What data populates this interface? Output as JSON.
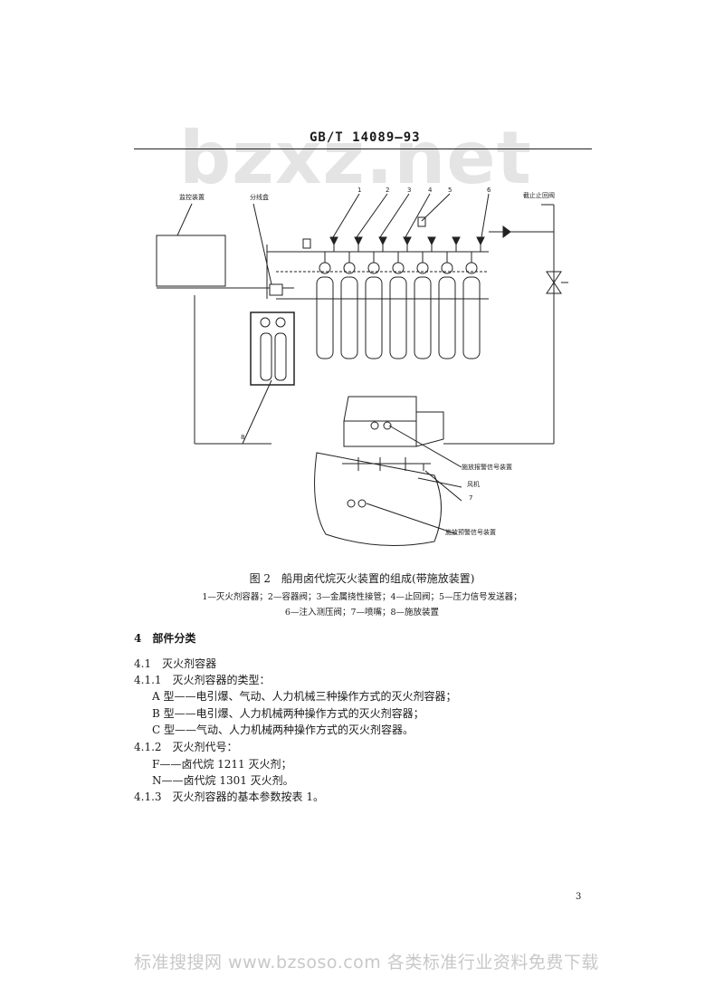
{
  "header": {
    "standard_code": "GB/T 14089—93",
    "watermark": "bzxz.net"
  },
  "figure": {
    "labels": {
      "monitor": "监控装置",
      "distributor": "分线盒",
      "check_valve_label": "截止止回阀",
      "release_signal": "施放报警信号装置",
      "fan": "风机",
      "pre_release_signal": "施放预警信号装置",
      "n1": "1",
      "n2": "2",
      "n3": "3",
      "n4": "4",
      "n5": "5",
      "n6": "6",
      "n7": "7",
      "n8": "8"
    },
    "caption": "图 2　船用卤代烷灭火装置的组成(带施放装置)",
    "legend_line1": "1—灭火剂容器；2—容器阀；3—金属挠性接管；4—止回阀；5—压力信号发送器；",
    "legend_line2": "6—注入测压阀；7—喷嘴；8—施放装置"
  },
  "body": {
    "section_title": "4　部件分类",
    "s411": "4.1　灭火剂容器",
    "s4111": "4.1.1　灭火剂容器的类型：",
    "typeA": "A 型——电引爆、气动、人力机械三种操作方式的灭火剂容器；",
    "typeB": "B 型——电引爆、人力机械两种操作方式的灭火剂容器；",
    "typeC": "C 型——气动、人力机械两种操作方式的灭火剂容器。",
    "s4112": "4.1.2　灭火剂代号：",
    "codeF": "F——卤代烷 1211 灭火剂；",
    "codeN": "N——卤代烷 1301 灭火剂。",
    "s4113": "4.1.3　灭火剂容器的基本参数按表 1。"
  },
  "page_number": "3",
  "footer": "标准搜搜网 www.bzsoso.com 各类标准行业资料免费下载"
}
